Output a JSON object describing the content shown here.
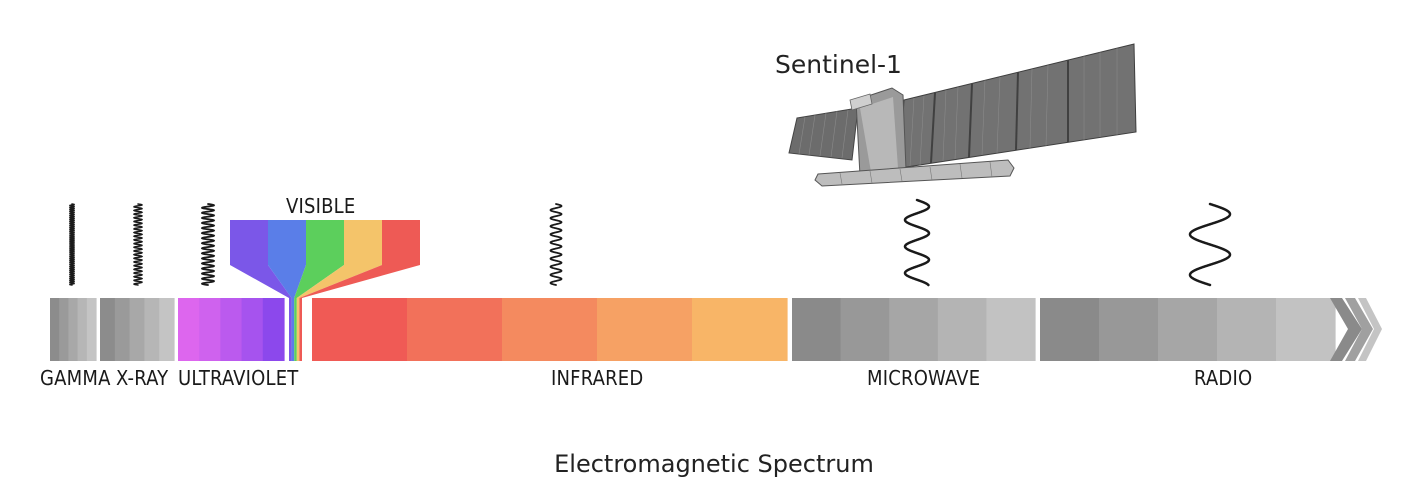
{
  "title": "Electromagnetic Spectrum",
  "satellite": {
    "name": "Sentinel-1",
    "icon": "satellite-icon"
  },
  "visible_label": "VISIBLE",
  "bands": [
    {
      "id": "gamma",
      "label": "GAMMA",
      "colors": [
        "#8c8c8c",
        "#9a9a9a",
        "#a8a8a8",
        "#b6b6b6",
        "#c4c4c4"
      ]
    },
    {
      "id": "xray",
      "label": "X-RAY",
      "colors": [
        "#8c8c8c",
        "#9a9a9a",
        "#a8a8a8",
        "#b6b6b6",
        "#c4c4c4"
      ]
    },
    {
      "id": "ultraviolet",
      "label": "ULTRAVIOLET",
      "colors": [
        "#dd66ee",
        "#cf62ee",
        "#bb5aee",
        "#a653ee",
        "#8c48ec"
      ]
    },
    {
      "id": "infrared",
      "label": "INFRARED",
      "colors": [
        "#f05a55",
        "#f2715a",
        "#f48a5f",
        "#f6a164",
        "#f8b567"
      ]
    },
    {
      "id": "microwave",
      "label": "MICROWAVE",
      "colors": [
        "#8a8a8a",
        "#989898",
        "#a6a6a6",
        "#b4b4b4",
        "#c2c2c2"
      ]
    },
    {
      "id": "radio",
      "label": "RADIO",
      "colors": [
        "#8a8a8a",
        "#989898",
        "#a6a6a6",
        "#b4b4b4",
        "#c2c2c2"
      ]
    }
  ],
  "visible_colors": [
    "#7b57e8",
    "#5a7ee8",
    "#5ccf5c",
    "#f4c46a",
    "#ee5a55"
  ]
}
